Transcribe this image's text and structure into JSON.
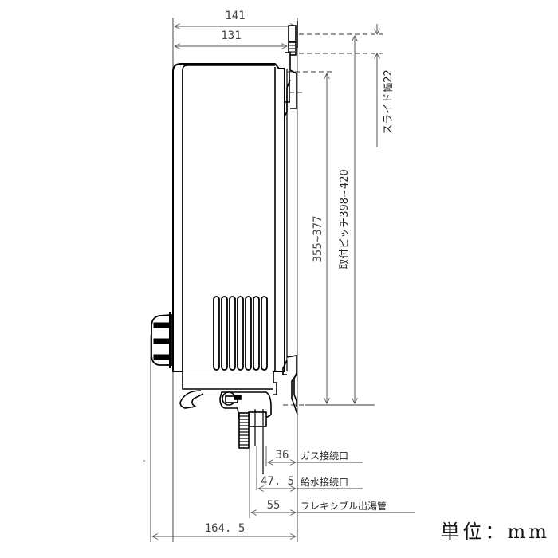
{
  "drawing": {
    "type": "side-view technical drawing",
    "subject": "wall-mounted water heater side elevation",
    "unit_label": "単位：mm",
    "line_color": "#000000",
    "dim_line_color": "#555555"
  },
  "dimensions": {
    "overall_depth_top": "141",
    "body_depth": "131",
    "slide_width": "スライド幅22",
    "mount_pitch": "取付ピッチ398~420",
    "body_height": "355~377",
    "gas_connection": "36",
    "water_supply_connection": "47. 5",
    "flexible_hot_water_outlet": "55",
    "overall_depth_bottom": "164. 5"
  },
  "labels": {
    "gas_connection": "ガス接続口",
    "water_supply_connection": "給水接続口",
    "flexible_hot_water_outlet": "フレキシブル出湯管"
  }
}
